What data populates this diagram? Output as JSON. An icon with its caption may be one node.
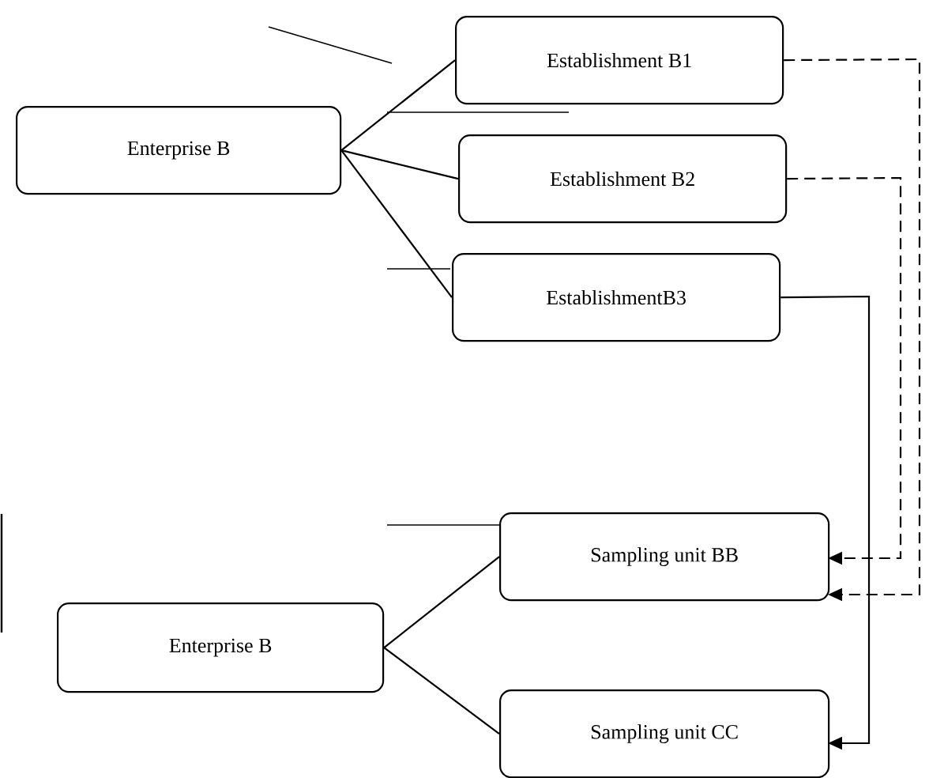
{
  "diagram": {
    "nodes": [
      {
        "text": [
          "Enterprise B"
        ]
      },
      {
        "text": [
          "Establishment B1"
        ]
      },
      {
        "text": [
          "Establishment B2"
        ]
      },
      {
        "text": [
          "EstablishmentB3"
        ]
      },
      {
        "text": [
          "Enterprise B"
        ]
      },
      {
        "text": [
          "Sampling unit BB"
        ]
      },
      {
        "text": [
          "Sampling unit CC"
        ]
      }
    ],
    "edges": [
      {
        "from": 0,
        "to": 1,
        "arrow": "none"
      },
      {
        "from": 0,
        "to": 2,
        "arrow": "none"
      },
      {
        "from": 0,
        "to": 3,
        "arrow": "none"
      },
      {
        "from": 4,
        "to": 5,
        "arrow": "none"
      },
      {
        "from": 4,
        "to": 6,
        "arrow": "none"
      },
      {
        "from": 1,
        "to": 5,
        "arrow": "to",
        "style": "dashed"
      },
      {
        "from": 2,
        "to": 5,
        "arrow": "to",
        "style": "dashed"
      },
      {
        "from": 3,
        "to": 6,
        "arrow": "to"
      }
    ]
  }
}
